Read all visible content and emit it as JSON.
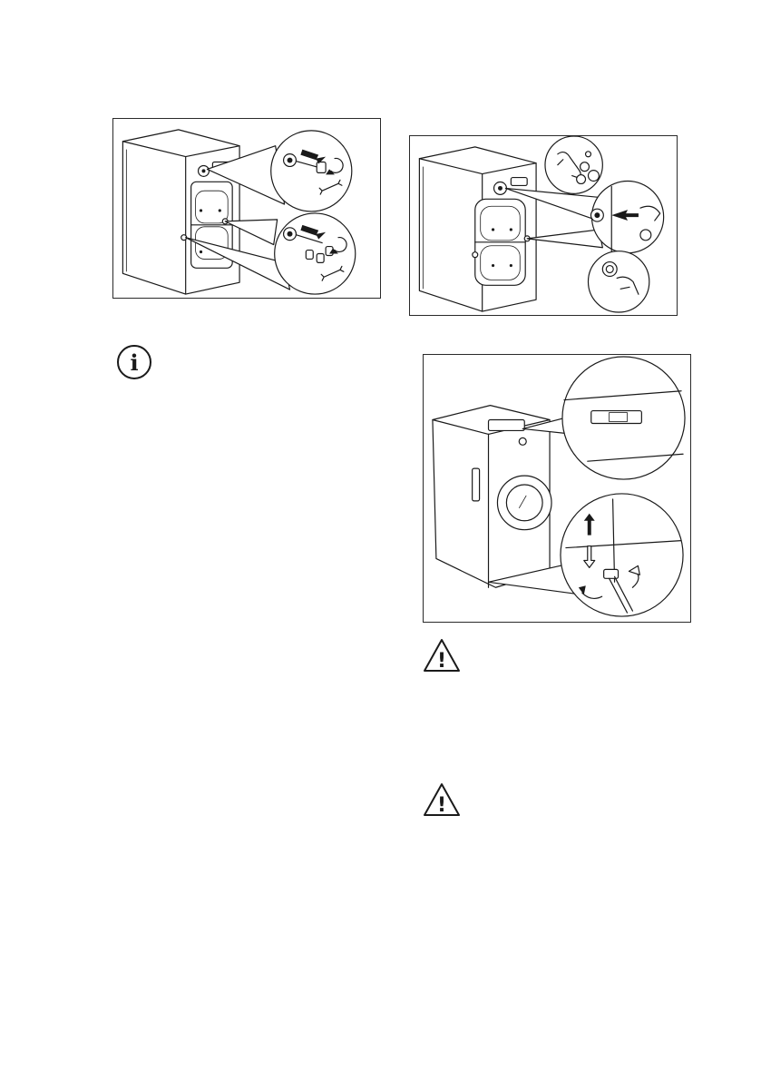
{
  "figures": [
    {
      "id": "fig1",
      "subject": "remove-transport-bolts"
    },
    {
      "id": "fig2",
      "subject": "insert-plastic-caps"
    },
    {
      "id": "fig3",
      "subject": "level-appliance-feet"
    }
  ],
  "icons": {
    "info": "info-icon",
    "warning": "warning-triangle-icon",
    "info_glyph": "i",
    "warning_glyph": "!"
  },
  "colors": {
    "ink": "#1a1a1a",
    "background": "#ffffff"
  }
}
